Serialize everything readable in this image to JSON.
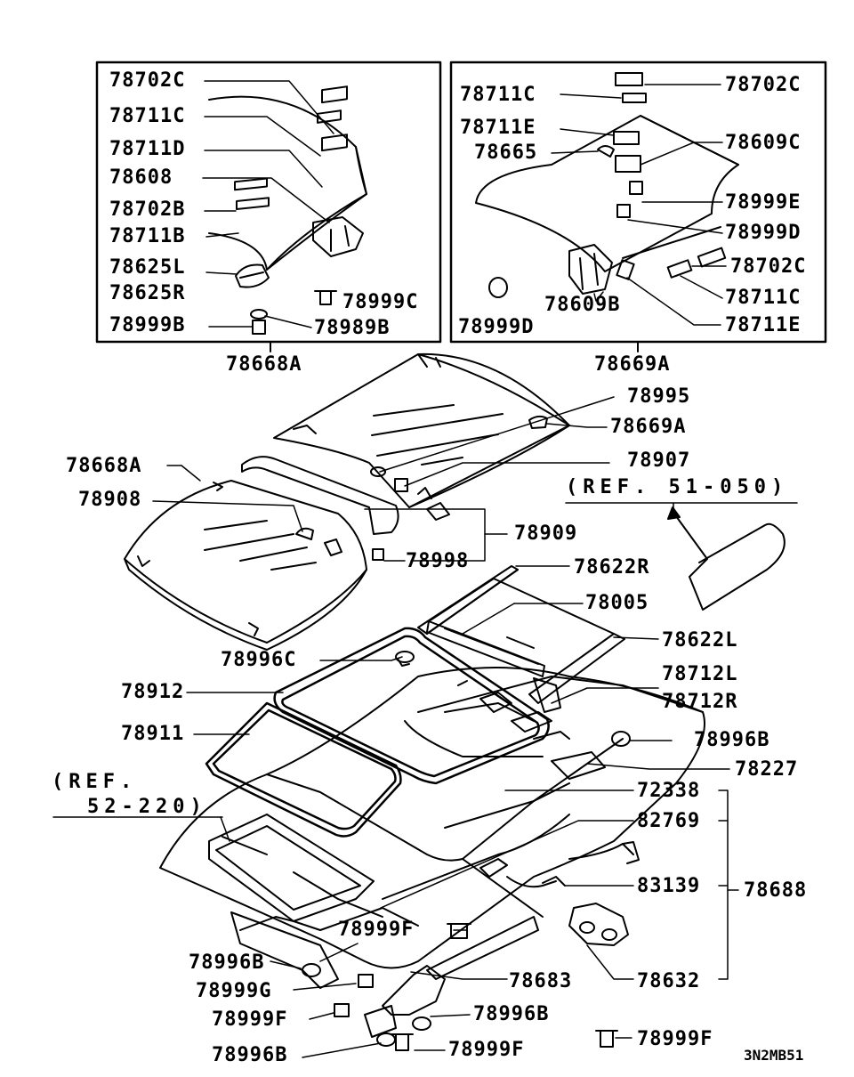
{
  "diagram_code": "3N2MB51",
  "left_box": {
    "caption": "78668A",
    "labels": {
      "p78702c": "78702C",
      "p78711c": "78711C",
      "p78711d": "78711D",
      "p78608": "78608",
      "p78702b": "78702B",
      "p78711b": "78711B",
      "p78625l": "78625L",
      "p78625r": "78625R",
      "p78999b": "78999B",
      "p78999c": "78999C",
      "p78989b": "78989B"
    }
  },
  "right_box": {
    "caption": "78669A",
    "labels": {
      "p78711c_a": "78711C",
      "p78711e_a": "78711E",
      "p78665": "78665",
      "p78702c_a": "78702C",
      "p78609c": "78609C",
      "p78999e": "78999E",
      "p78999d_a": "78999D",
      "p78702c_b": "78702C",
      "p78711c_b": "78711C",
      "p78609b": "78609B",
      "p78711e_b": "78711E",
      "p78999d_b": "78999D"
    }
  },
  "main": {
    "labels": {
      "p78995": "78995",
      "p78669a": "78669A",
      "p78907": "78907",
      "ref_51_050": "(REF. 51-050)",
      "p78668a": "78668A",
      "p78908": "78908",
      "p78909": "78909",
      "p78998": "78998",
      "p78622r": "78622R",
      "p78005": "78005",
      "p78622l": "78622L",
      "p78996c": "78996C",
      "p78712l": "78712L",
      "p78712r": "78712R",
      "p78912": "78912",
      "p78911": "78911",
      "p78996b_a": "78996B",
      "p78227": "78227",
      "ref_52_220_a": "(REF.",
      "ref_52_220_b": "52-220)",
      "p72338": "72338",
      "p82769": "82769",
      "p83139": "83139",
      "p78688": "78688",
      "p78999f_a": "78999F",
      "p78996b_b": "78996B",
      "p78683": "78683",
      "p78632": "78632",
      "p78999g": "78999G",
      "p78999f_b": "78999F",
      "p78996b_c": "78996B",
      "p78996b_d": "78996B",
      "p78999f_c": "78999F",
      "p78999f_d": "78999F"
    }
  }
}
